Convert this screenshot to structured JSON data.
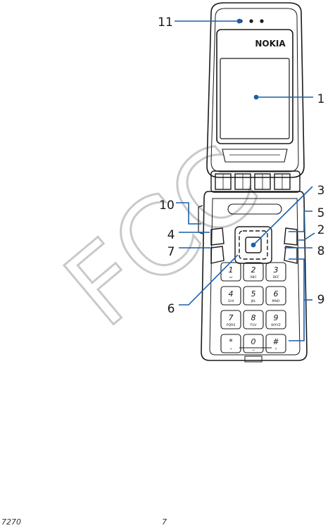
{
  "brand_text": "NOKIA",
  "watermark": "FCC",
  "callouts": [
    "11",
    "1",
    "3",
    "10",
    "5",
    "4",
    "2",
    "7",
    "8",
    "6",
    "9"
  ],
  "keys": [
    {
      "digit": "1",
      "letters": "ω"
    },
    {
      "digit": "2",
      "letters": "ABC"
    },
    {
      "digit": "3",
      "letters": "DEF"
    },
    {
      "digit": "4",
      "letters": "GHI"
    },
    {
      "digit": "5",
      "letters": "JKL"
    },
    {
      "digit": "6",
      "letters": "MNO"
    },
    {
      "digit": "7",
      "letters": "PQRS"
    },
    {
      "digit": "8",
      "letters": "TUV"
    },
    {
      "digit": "9",
      "letters": "WXYZ"
    },
    {
      "digit": "*",
      "letters": "+"
    },
    {
      "digit": "0",
      "letters": "␣"
    },
    {
      "digit": "#",
      "letters": "⇧"
    }
  ],
  "footer": {
    "model": "7270",
    "page": "7"
  },
  "colors": {
    "callout": "#1a5fa8",
    "outline": "#1a1a1a",
    "watermark": "#c9c9c9"
  }
}
